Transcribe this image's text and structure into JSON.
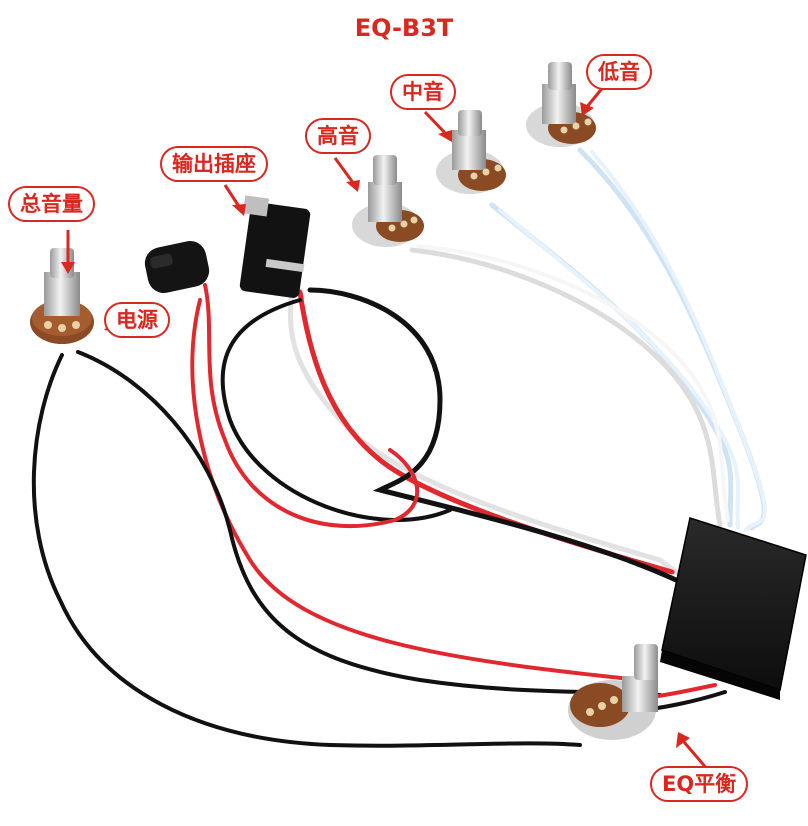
{
  "title": "EQ-B3T",
  "labels": {
    "master_volume": "总音量",
    "power": "电源",
    "output_jack": "输出插座",
    "treble": "高音",
    "mid": "中音",
    "bass": "低音",
    "eq_balance": "EQ平衡"
  },
  "colors": {
    "accent": "#d9281f",
    "wire_red": "#e0282e",
    "wire_black": "#111111",
    "wire_white": "#f4f4f4",
    "wire_blue_twist": "#cfe3f5",
    "pot_body": "#8a4b24",
    "module": "#1a1a1a"
  }
}
